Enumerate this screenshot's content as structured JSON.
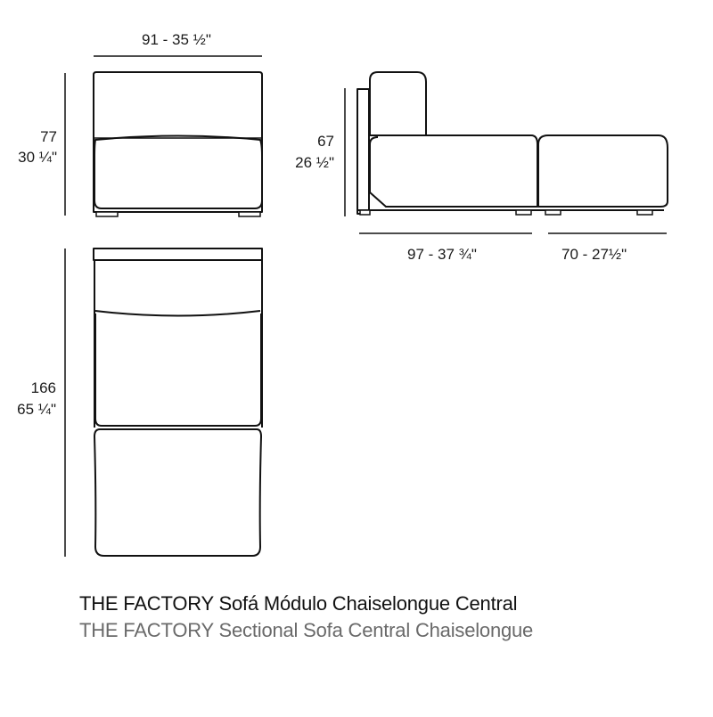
{
  "product": {
    "title_es": "THE FACTORY Sofá Módulo Chaiselongue Central",
    "title_en": "THE FACTORY Sectional Sofa Central Chaiselongue"
  },
  "views": {
    "front": {
      "width_label": "91 - 35 ½\"",
      "height_cm": "77",
      "height_in": "30 ¼\""
    },
    "side": {
      "height_cm": "67",
      "height_in": "26 ½\"",
      "seat_depth_label": "97 - 37 ¾\"",
      "chaise_depth_label": "70 - 27½\""
    },
    "top": {
      "length_cm": "166",
      "length_in": "65 ¼\""
    }
  },
  "colors": {
    "line": "#111111",
    "caption_primary": "#111111",
    "caption_secondary": "#6a6a6a"
  }
}
